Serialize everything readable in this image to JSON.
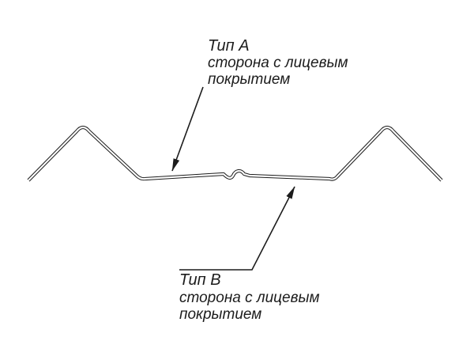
{
  "diagram": {
    "kind": "sheet-profile-cross-section",
    "colors": {
      "ink": "#1c1c1c",
      "background": "#ffffff"
    },
    "labels": {
      "type_a": {
        "title": "Тип А",
        "line1": "сторона с лицевым",
        "line2": "покрытием",
        "points_to": "top face of profile"
      },
      "type_b": {
        "title": "Тип В",
        "line1": "сторона с лицевым",
        "line2": "покрытием",
        "points_to": "bottom face of profile"
      }
    }
  }
}
